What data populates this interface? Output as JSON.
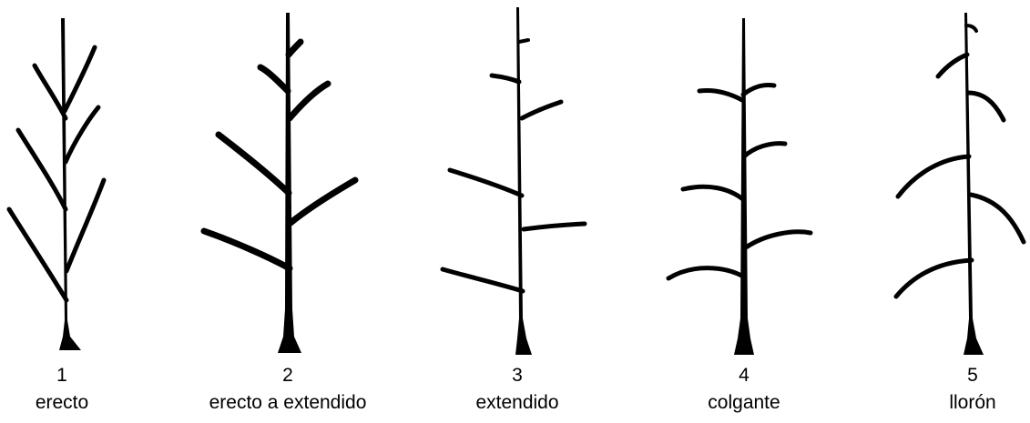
{
  "figure": {
    "trees": [
      {
        "number": "1",
        "label": "erecto"
      },
      {
        "number": "2",
        "label": "erecto a extendido"
      },
      {
        "number": "3",
        "label": "extendido"
      },
      {
        "number": "4",
        "label": "colgante"
      },
      {
        "number": "5",
        "label": "llorón"
      }
    ]
  },
  "colors": {
    "ink": "#000000",
    "background": "#ffffff"
  }
}
